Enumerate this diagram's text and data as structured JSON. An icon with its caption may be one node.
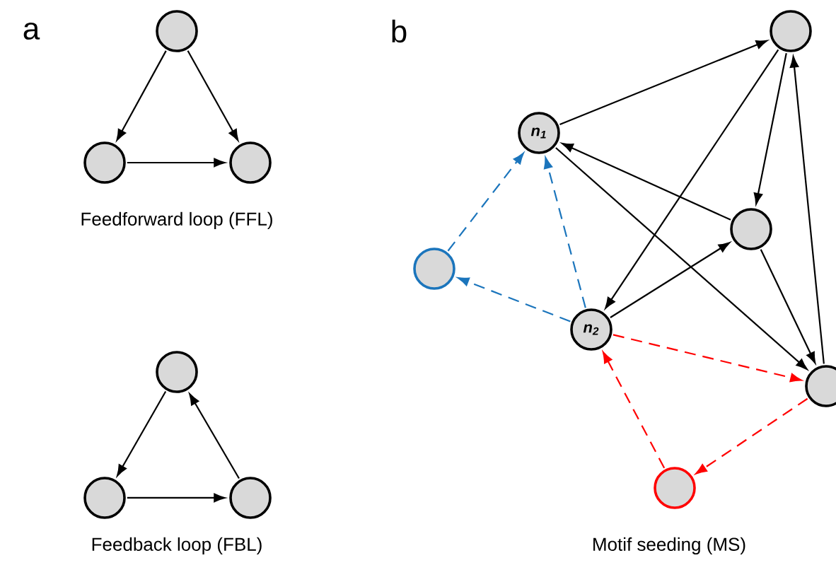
{
  "diagram": {
    "nodes": [
      {
        "text": [],
        "shape": "circle"
      },
      {
        "text": [],
        "shape": "circle"
      },
      {
        "text": [],
        "shape": "circle"
      },
      {
        "text": [],
        "shape": "circle"
      },
      {
        "text": [],
        "shape": "circle"
      },
      {
        "text": [],
        "shape": "circle"
      },
      {
        "text": [],
        "shape": "circle"
      },
      {
        "text": [
          "n$_{1}$"
        ]
      },
      {
        "text": [],
        "shape": "circle"
      },
      {
        "text": [],
        "shape": "circle"
      },
      {
        "text": [
          "n$_{2}$"
        ]
      },
      {
        "text": [],
        "shape": "circle"
      },
      {
        "text": [],
        "shape": "circle"
      }
    ],
    "edges": [
      {
        "from": 0,
        "to": 1,
        "arrow": "to"
      },
      {
        "from": 0,
        "to": 2,
        "arrow": "to"
      },
      {
        "from": 1,
        "to": 2,
        "arrow": "to"
      },
      {
        "from": 3,
        "to": 4,
        "arrow": "to"
      },
      {
        "from": 4,
        "to": 5,
        "arrow": "to"
      },
      {
        "from": 5,
        "to": 3,
        "arrow": "to"
      },
      {
        "from": 7,
        "to": 6,
        "arrow": "to"
      },
      {
        "from": 6,
        "to": 8,
        "arrow": "to"
      },
      {
        "from": 6,
        "to": 10,
        "arrow": "to"
      },
      {
        "from": 8,
        "to": 7,
        "arrow": "to"
      },
      {
        "from": 10,
        "to": 8,
        "arrow": "to"
      },
      {
        "from": 8,
        "to": 11,
        "arrow": "to"
      },
      {
        "from": 7,
        "to": 11,
        "arrow": "to"
      },
      {
        "from": 11,
        "to": 6,
        "arrow": "to"
      },
      {
        "from": 9,
        "to": 7,
        "arrow": "to",
        "style": "dashed",
        "color": "#1b75bc"
      },
      {
        "from": 10,
        "to": 7,
        "arrow": "to",
        "style": "dashed",
        "color": "#1b75bc"
      },
      {
        "from": 10,
        "to": 9,
        "arrow": "to",
        "style": "dashed",
        "color": "#1b75bc"
      },
      {
        "from": 10,
        "to": 11,
        "arrow": "to",
        "style": "dashed",
        "color": "#ff0000"
      },
      {
        "from": 12,
        "to": 10,
        "arrow": "to",
        "style": "dashed",
        "color": "#ff0000"
      },
      {
        "from": 11,
        "to": 12,
        "arrow": "to",
        "style": "dashed",
        "color": "#ff0000"
      }
    ],
    "labels": [
      "a",
      "b",
      "Feedforward loop (FFL)",
      "Feedback loop (FBL)",
      "Motif seeding (MS)"
    ]
  }
}
